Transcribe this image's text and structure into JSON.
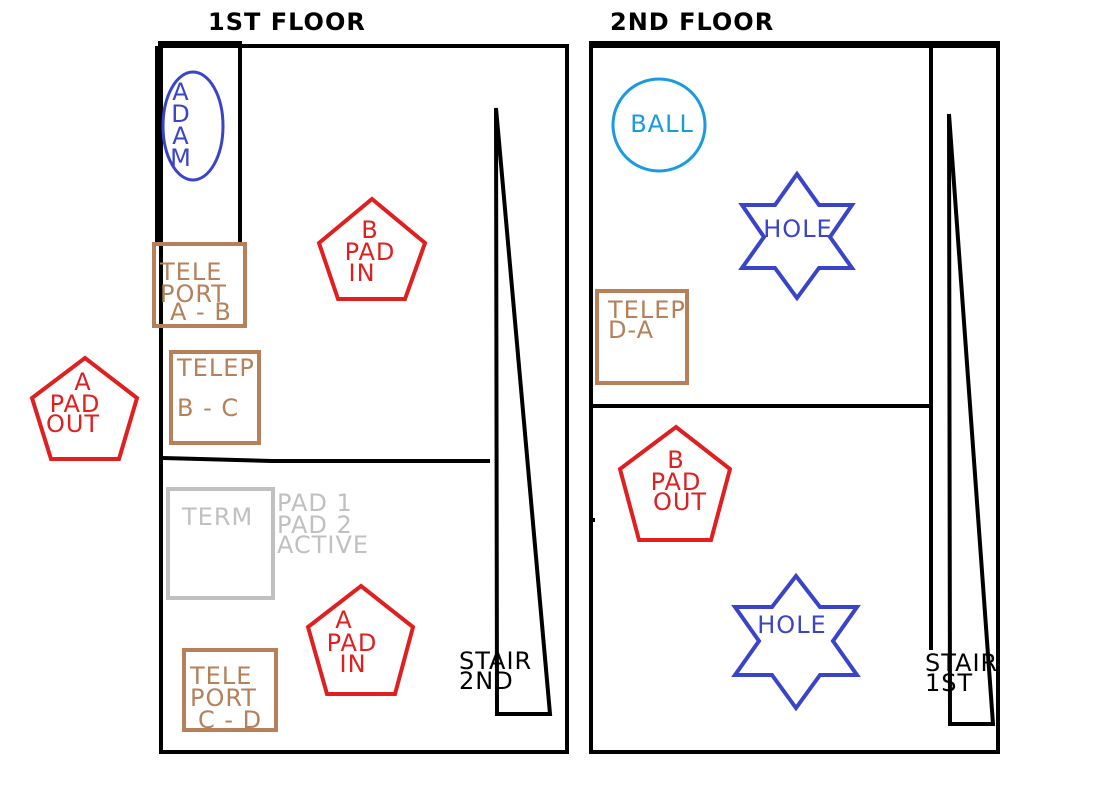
{
  "colors": {
    "wall": "#000000",
    "pad": "#e02020",
    "teleport": "#b5805a",
    "terminal": "#c0c0c0",
    "adam": "#3a44c8",
    "ball": "#1a9ae0",
    "hole": "#3a44c8"
  },
  "floors": [
    {
      "title": "1ST FLOOR"
    },
    {
      "title": "2ND FLOOR"
    }
  ],
  "adam": {
    "letters": [
      "A",
      "D",
      "A",
      "M"
    ]
  },
  "ball": {
    "label": "BALL"
  },
  "holes": [
    {
      "label": "HOLE"
    },
    {
      "label": "HOLE"
    }
  ],
  "pads": {
    "b_in": [
      "B",
      "PAD",
      "IN"
    ],
    "a_out": [
      "A",
      "PAD",
      "OUT"
    ],
    "a_in": [
      "A",
      "PAD",
      "IN"
    ],
    "b_out": [
      "B",
      "PAD",
      "OUT"
    ]
  },
  "teleports": {
    "ab": [
      "TELE",
      "PORT",
      "A - B"
    ],
    "bc": [
      "TELEP",
      "B - C"
    ],
    "cd": [
      "TELE",
      "PORT",
      "C - D"
    ],
    "da": [
      "TELEP",
      "D-A"
    ]
  },
  "terminal": {
    "label": "TERM",
    "status": [
      "PAD 1",
      "PAD 2",
      "ACTIVE"
    ]
  },
  "stairs": {
    "first_floor": [
      "STAIR",
      "2ND"
    ],
    "second_floor": [
      "STAIR",
      "1ST"
    ]
  }
}
